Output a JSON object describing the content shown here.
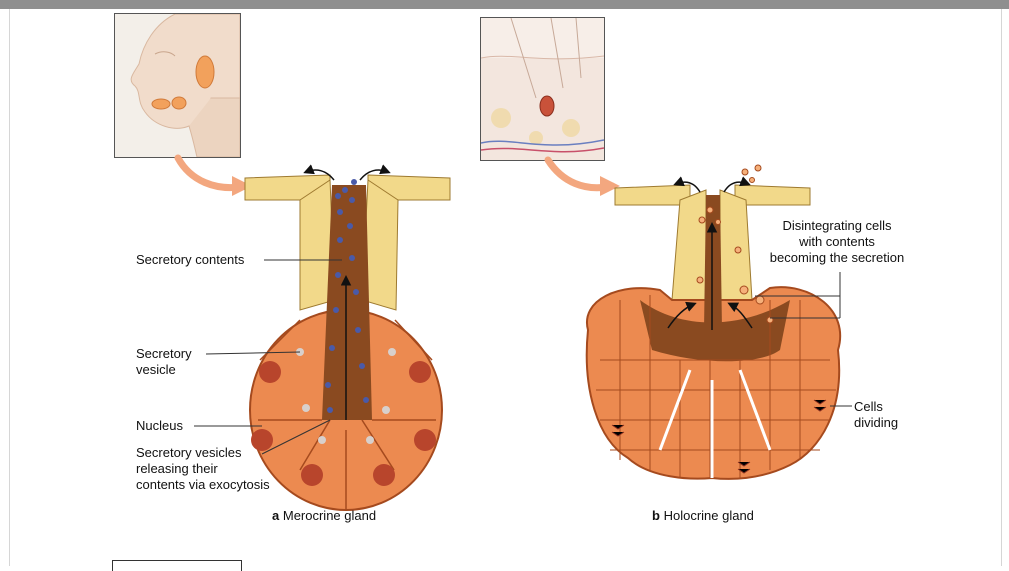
{
  "figure_a": {
    "labels": {
      "secretory_contents": "Secretory contents",
      "secretory_vesicle_l1": "Secretory",
      "secretory_vesicle_l2": "vesicle",
      "nucleus": "Nucleus",
      "releasing_l1": "Secretory vesicles",
      "releasing_l2": "releasing their",
      "releasing_l3": "contents via exocytosis"
    },
    "caption_letter": "a",
    "caption_text": "Merocrine gland"
  },
  "figure_b": {
    "labels": {
      "disintegrating_l1": "Disintegrating cells",
      "disintegrating_l2": "with contents",
      "disintegrating_l3": "becoming the secretion",
      "cells_l1": "Cells",
      "cells_l2": "dividing"
    },
    "caption_letter": "b",
    "caption_text": "Holocrine gland"
  },
  "colors": {
    "cell_orange": "#ec8a50",
    "cell_light": "#f6b07a",
    "duct_yellow": "#f2d98a",
    "lumen_brown": "#8a4a20",
    "nucleus_red": "#b8452c",
    "vesicle_blue": "#4a5aa8",
    "arrow_salmon": "#f3a77f"
  }
}
